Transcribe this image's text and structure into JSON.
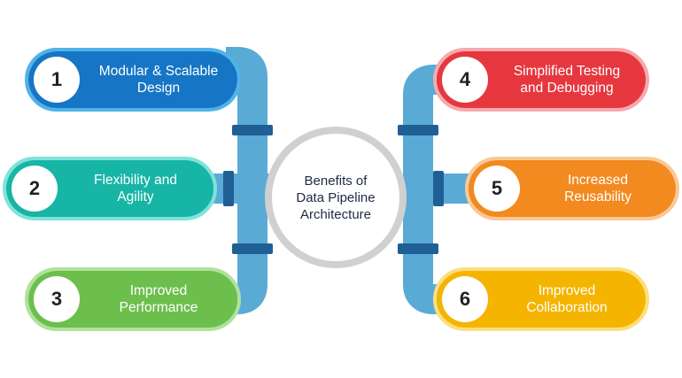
{
  "center": {
    "line1": "Benefits of",
    "line2": "Data Pipeline",
    "line3": "Architecture"
  },
  "items": [
    {
      "number": "1",
      "line1": "Modular & Scalable",
      "line2": "Design",
      "color": "#1675c4",
      "border": "#4fb3e8"
    },
    {
      "number": "2",
      "line1": "Flexibility and",
      "line2": "Agility",
      "color": "#17b5a6",
      "border": "#7fe3da"
    },
    {
      "number": "3",
      "line1": "Improved",
      "line2": "Performance",
      "color": "#6cbf4c",
      "border": "#b1e19c"
    },
    {
      "number": "4",
      "line1": "Simplified Testing",
      "line2": "and Debugging",
      "color": "#e6373f",
      "border": "#f7a9ad"
    },
    {
      "number": "5",
      "line1": "Increased",
      "line2": "Reusability",
      "color": "#f28a1f",
      "border": "#fac896"
    },
    {
      "number": "6",
      "line1": "Improved",
      "line2": "Collaboration",
      "color": "#f4b400",
      "border": "#fbdf7f"
    }
  ],
  "colors": {
    "pipe": "#5aaad6",
    "pipe_band": "#1f5f94",
    "center_border": "#d0d0d0"
  }
}
